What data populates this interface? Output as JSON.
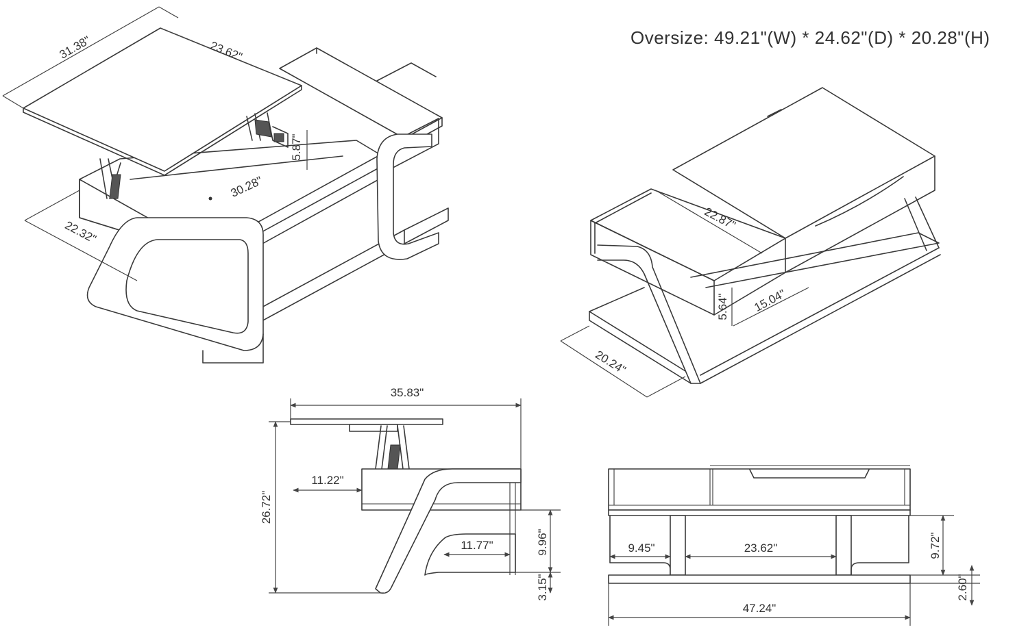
{
  "title": "Oversize: 49.21\"(W) * 24.62\"(D) * 20.28\"(H)",
  "views": {
    "lifted_iso": {
      "dims": {
        "top_length": "31.38\"",
        "top_width": "23.62\"",
        "lift_height": "5.87\"",
        "storage_length": "30.28\"",
        "depth": "22.32\""
      }
    },
    "closed_iso": {
      "dims": {
        "drawer_width": "22.87\"",
        "drawer_depth": "15.04\"",
        "drawer_height": "5.64\"",
        "depth": "20.24\""
      }
    },
    "side": {
      "dims": {
        "top_span": "35.83\"",
        "offset": "11.22\"",
        "height": "26.72\"",
        "shelf_height": "9.96\"",
        "shelf_depth": "11.77\"",
        "base_height": "3.15\""
      }
    },
    "front": {
      "dims": {
        "side_opening": "9.45\"",
        "center_opening": "23.62\"",
        "opening_height": "9.72\"",
        "base_height": "2.60\"",
        "overall_width": "47.24\""
      }
    }
  }
}
